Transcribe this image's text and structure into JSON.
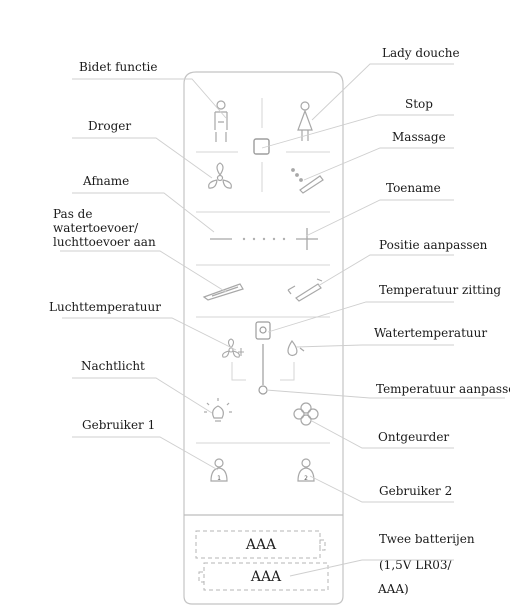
{
  "labels": {
    "bidet_functie": "Bidet functie",
    "lady_douche": "Lady douche",
    "stop": "Stop",
    "droger": "Droger",
    "massage": "Massage",
    "afname": "Afname",
    "toename": "Toename",
    "pas_de_1": "Pas de",
    "pas_de_2": "watertoevoer/",
    "pas_de_3": "luchttoevoer aan",
    "positie_aanpassen": "Positie aanpassen",
    "temperatuur_zitting": "Temperatuur zitting",
    "luchttemperatuur": "Luchttemperatuur",
    "watertemperatuur": "Watertemperatuur",
    "nachtlicht": "Nachtlicht",
    "temperatuur_aanpassen": "Temperatuur aanpassen",
    "gebruiker_1": "Gebruiker 1",
    "ontgeurder": "Ontgeurder",
    "gebruiker_2": "Gebruiker 2",
    "batterij_1": "Twee batterijen",
    "batterij_2": "(1,5V LR03/",
    "batterij_3": "AAA)"
  },
  "battery": {
    "top": "AAA",
    "bottom": "AAA"
  },
  "user_numbers": {
    "one": "1",
    "two": "2"
  },
  "colors": {
    "line": "#c8c8c8",
    "icon": "#a8a8a8",
    "text": "#1a1a1a"
  }
}
